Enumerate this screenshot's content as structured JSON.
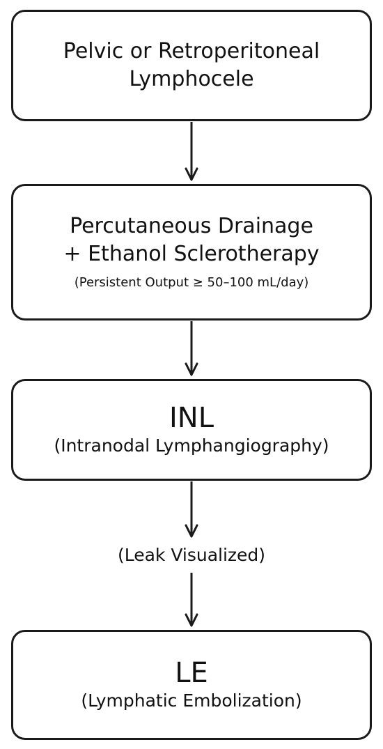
{
  "flowchart": {
    "step1": {
      "line1": "Pelvic or Retroperitoneal",
      "line2": "Lymphocele"
    },
    "step2": {
      "line1": "Percutaneous Drainage",
      "line2": "+ Ethanol Sclerotherapy",
      "note": "(Persistent Output ≥ 50–100 mL/day)"
    },
    "step3": {
      "abbr": "INL",
      "full": "(Intranodal Lymphangiography)"
    },
    "condition": "(Leak Visualized)",
    "step4": {
      "abbr": "LE",
      "full": "(Lymphatic Embolization)"
    }
  },
  "colors": {
    "stroke": "#1a1a1a",
    "background": "#ffffff"
  }
}
